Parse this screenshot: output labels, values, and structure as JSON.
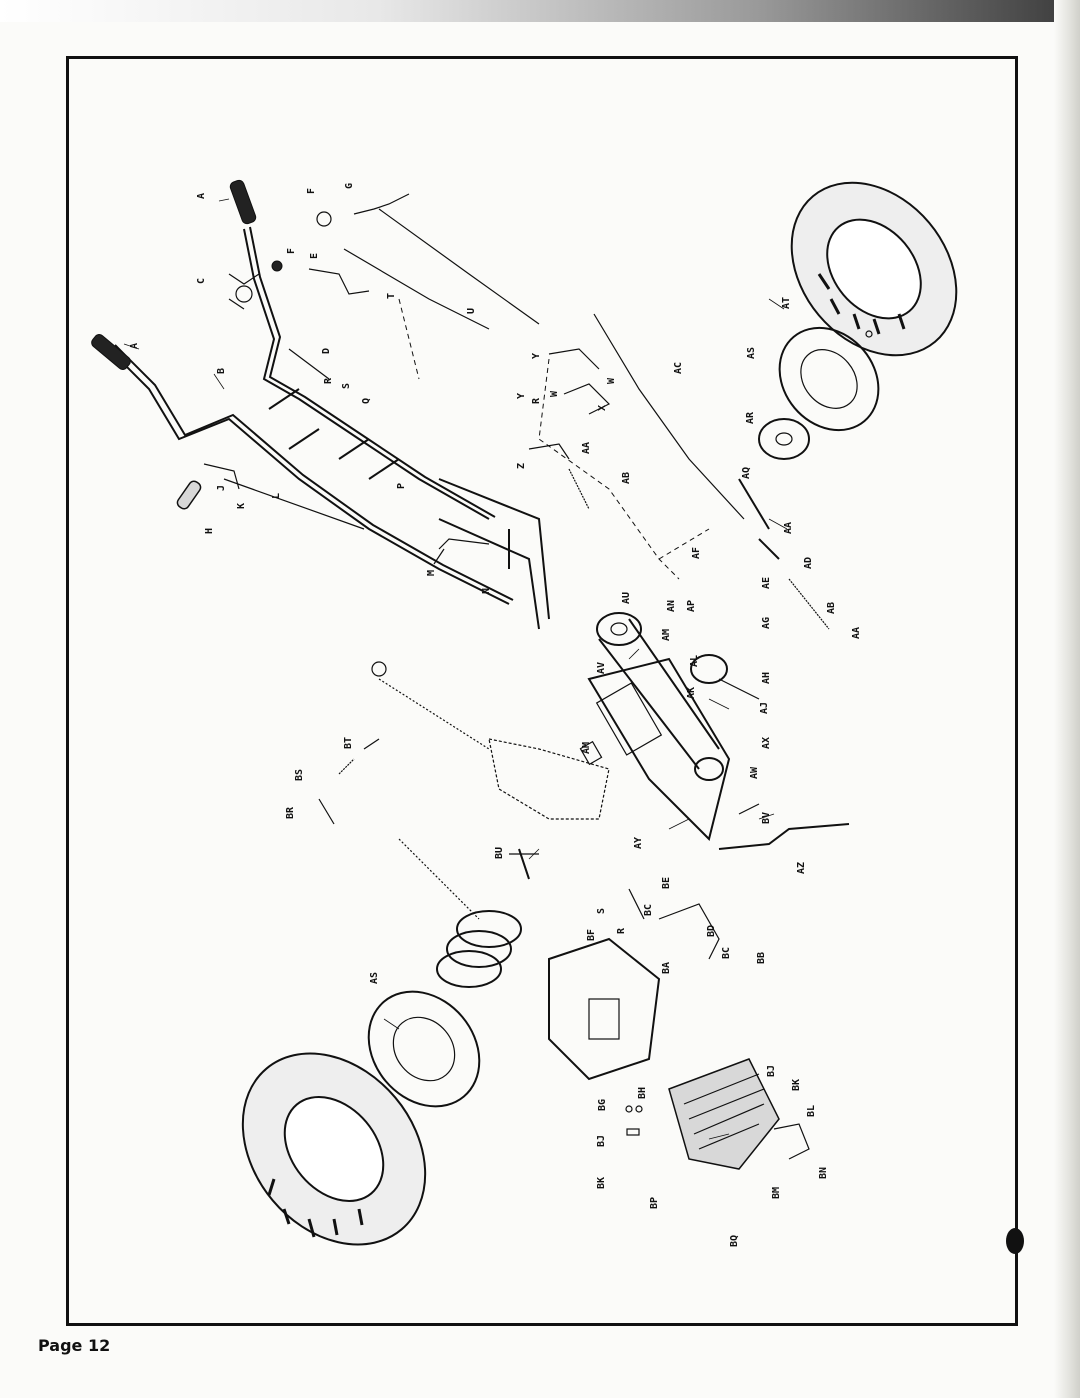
{
  "page": {
    "label": "Page 12"
  },
  "callouts": {
    "a1": "A",
    "a2": "A",
    "b": "B",
    "c": "C",
    "d": "D",
    "e": "E",
    "f1": "F",
    "f2": "F",
    "g": "G",
    "h": "H",
    "j": "J",
    "k": "K",
    "l": "L",
    "m": "M",
    "n": "N",
    "p": "P",
    "q": "Q",
    "r1": "R",
    "r2": "R",
    "r3": "R",
    "s1": "S",
    "s2": "S",
    "t": "T",
    "u": "U",
    "w1": "W",
    "w2": "W",
    "x": "X",
    "y1": "Y",
    "y2": "Y",
    "z": "Z",
    "aa1": "AA",
    "aa2": "AA",
    "aa3": "AA",
    "ab1": "AB",
    "ab2": "AB",
    "ac": "AC",
    "ad": "AD",
    "ae": "AE",
    "af": "AF",
    "ag": "AG",
    "ah": "AH",
    "aj": "AJ",
    "ak": "AK",
    "al": "AL",
    "am1": "AM",
    "am2": "AM",
    "an": "AN",
    "ap": "AP",
    "aq": "AQ",
    "ar": "AR",
    "as1": "AS",
    "as2": "AS",
    "at": "AT",
    "au": "AU",
    "av": "AV",
    "aw": "AW",
    "ax": "AX",
    "ay": "AY",
    "az": "AZ",
    "ba": "BA",
    "bb": "BB",
    "bc1": "BC",
    "bc2": "BC",
    "bd": "BD",
    "be": "BE",
    "bf": "BF",
    "bg": "BG",
    "bh": "BH",
    "bj1": "BJ",
    "bj2": "BJ",
    "bk1": "BK",
    "bk2": "BK",
    "bl": "BL",
    "bm": "BM",
    "bn": "BN",
    "bp": "BP",
    "bq": "BQ",
    "br": "BR",
    "bs": "BS",
    "bt": "BT",
    "bu": "BU",
    "bv": "BV"
  }
}
